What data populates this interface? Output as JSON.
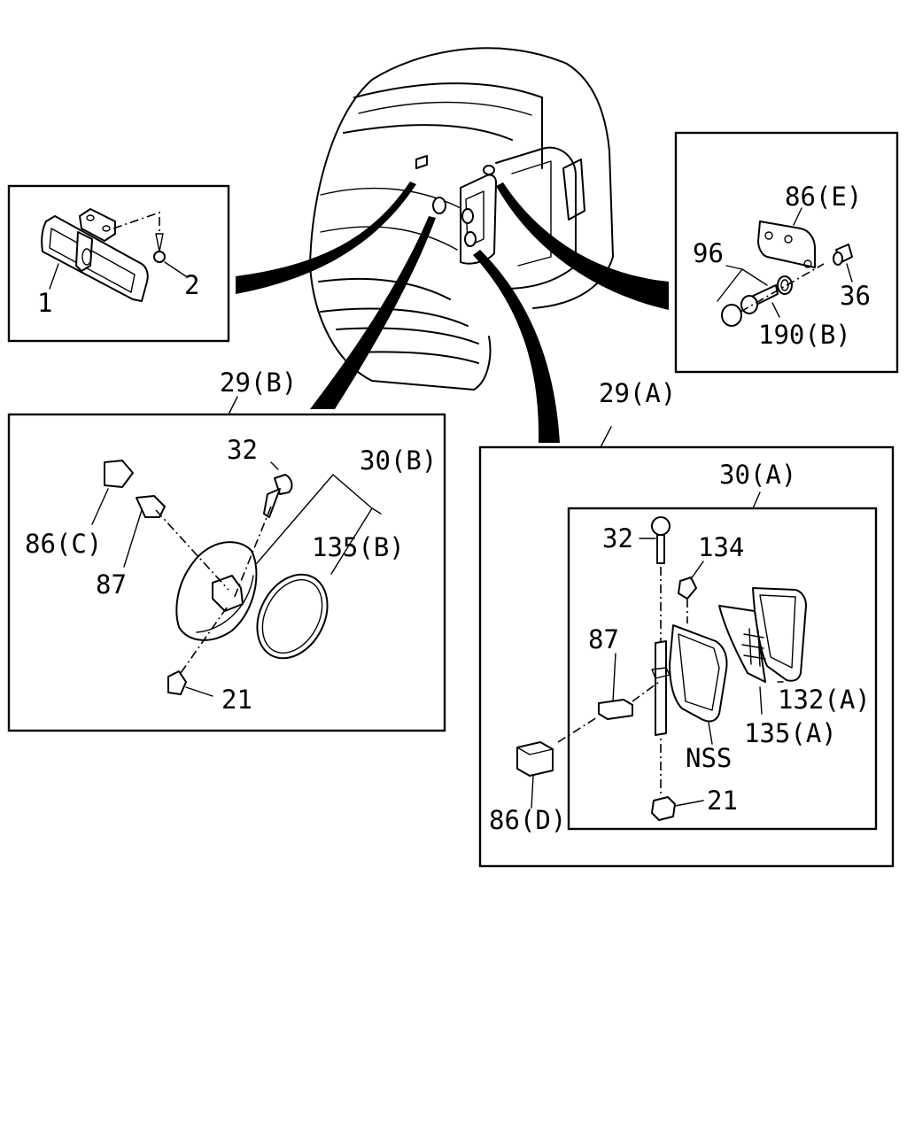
{
  "labels": {
    "p1": "1",
    "p2": "2",
    "p86e": "86(E)",
    "p96": "96",
    "p36": "36",
    "p190b": "190(B)",
    "p29b": "29(B)",
    "p29a": "29(A)",
    "p32_left": "32",
    "p30b": "30(B)",
    "p86c": "86(C)",
    "p135b": "135(B)",
    "p87_left": "87",
    "p21_left": "21",
    "p30a": "30(A)",
    "p32_right": "32",
    "p134": "134",
    "p87_right": "87",
    "p132a": "132(A)",
    "p135a": "135(A)",
    "pnss": "NSS",
    "p86d": "86(D)",
    "p21_right": "21"
  }
}
